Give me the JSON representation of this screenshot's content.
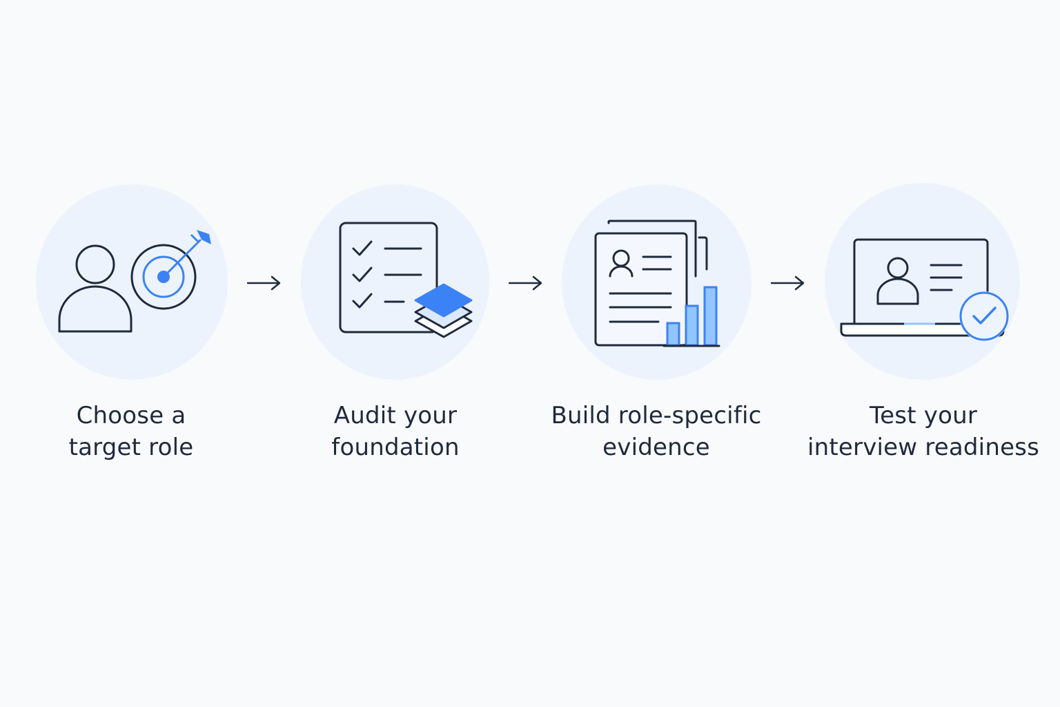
{
  "steps": [
    {
      "line1": "Choose a",
      "line2": "target role",
      "icon": "person-target-icon"
    },
    {
      "line1": "Audit your",
      "line2": "foundation",
      "icon": "checklist-layers-icon"
    },
    {
      "line1": "Build role-specific",
      "line2": "evidence",
      "icon": "resume-chart-icon"
    },
    {
      "line1": "Test your",
      "line2": "interview readiness",
      "icon": "laptop-check-icon"
    }
  ],
  "connector_icon": "arrow-right-icon",
  "colors": {
    "background": "#f9fafb",
    "circle": "#edf3fd",
    "stroke": "#1e2a3c",
    "accent": "#3b82f6",
    "accent_light": "#93c5fd",
    "text": "#1e2a3c"
  }
}
